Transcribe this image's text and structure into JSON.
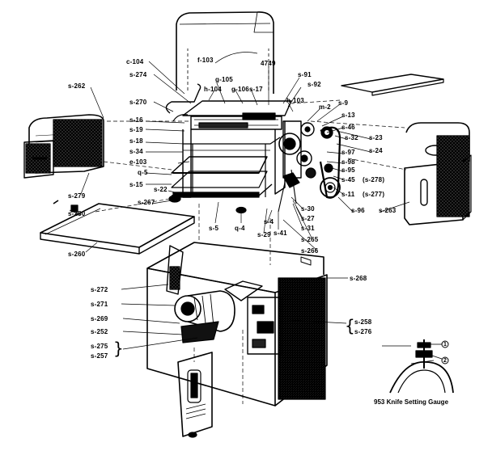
{
  "parts": {
    "c104": "c-104",
    "s274": "s-274",
    "f103": "f-103",
    "s262": "s-262",
    "s270": "s-270",
    "h104": "h-104",
    "g105": "g-105",
    "g106": "g-106",
    "s17": "s-17",
    "p4749": "4749",
    "s91": "s-91",
    "s92": "s-92",
    "h103": "h-103",
    "m2": "m-2",
    "s9": "s-9",
    "s13": "s-13",
    "s46": "s-46",
    "s23": "s-23",
    "s32": "s-32",
    "s24": "s-24",
    "s97": "s-97",
    "s98": "s-98",
    "s95": "s-95",
    "s45": "s-45",
    "s278": "(s-278)",
    "s11": "s-11",
    "s277": "(s-277)",
    "s96": "s-96",
    "s263": "s-263",
    "s16": "s-16",
    "s19": "s-19",
    "s18": "s-18",
    "s34": "s-34",
    "e103": "e-103",
    "q5": "q-5",
    "s15": "s-15",
    "s22": "s-22",
    "s279": "s-279",
    "s280": "s-280",
    "s267": "s-267",
    "s5": "s-5",
    "q4": "q-4",
    "s29": "s-29",
    "s4": "s-4",
    "s41": "s-41",
    "s30": "s-30",
    "s27": "s-27",
    "s31": "s-31",
    "s265": "s-265",
    "s266": "s-266",
    "s260": "s-260",
    "s268": "s-268",
    "s272": "s-272",
    "s271": "s-271",
    "s269": "s-269",
    "s252": "s-252",
    "s275": "s-275",
    "s257": "s-257",
    "s258": "s-258",
    "s276": "s-276"
  },
  "gauge": {
    "caption": "953 Knife Setting Gauge",
    "callout_1": "1",
    "callout_2": "2"
  }
}
